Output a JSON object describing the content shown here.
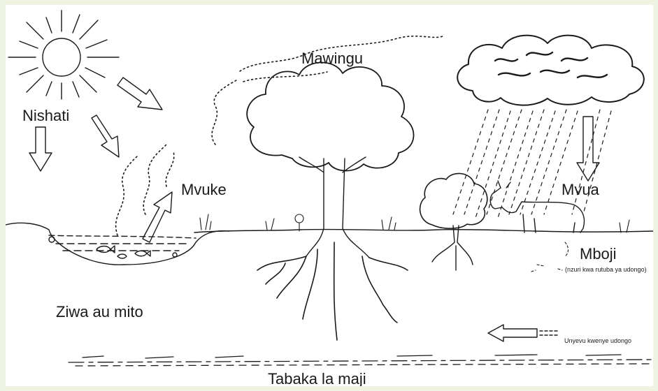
{
  "diagram": {
    "labels": {
      "nishati": "Nishati",
      "mawingu": "Mawingu",
      "mvuke": "Mvuke",
      "mvua": "Mvua",
      "mboji": "Mboji",
      "mboji_note": "(nzuri kwa rutuba ya udongo)",
      "ziwa": "Ziwa au mito",
      "unyevu": "Unyevu kwenye udongo",
      "tabaka": "Tabaka la maji"
    },
    "colors": {
      "background": "#eef3e2",
      "canvas": "#ffffff",
      "ink": "#1a1a1a"
    },
    "icons": [
      "sun-icon",
      "cloud-icon",
      "tree-icon",
      "cow-icon",
      "fish-icon",
      "arrow-icon"
    ]
  }
}
